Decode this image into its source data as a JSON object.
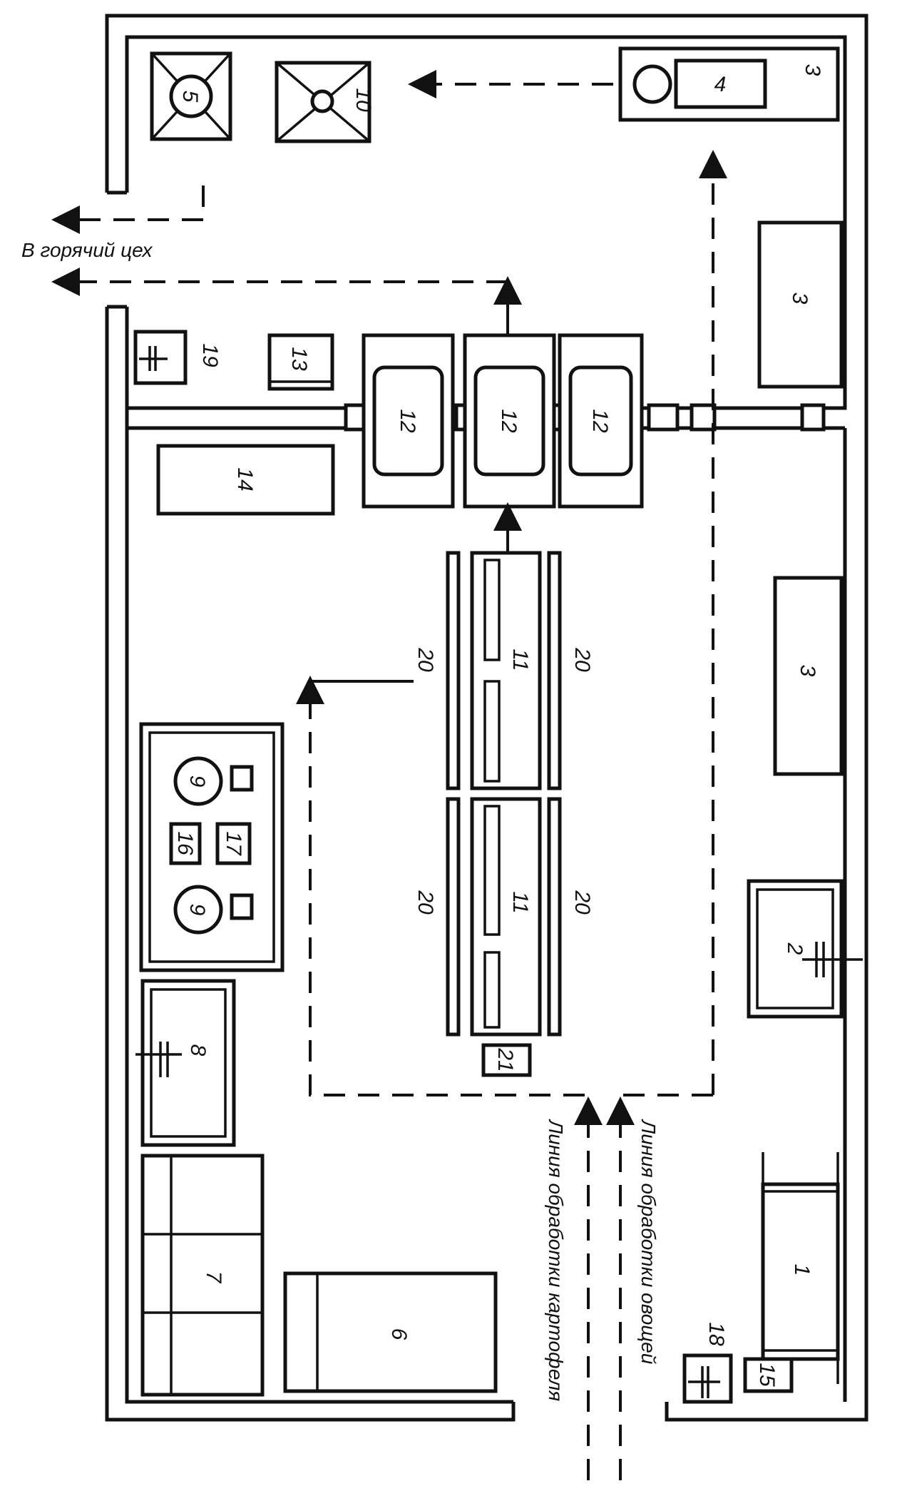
{
  "labels": {
    "hot_shop": "В горячий цех",
    "line_potato": "Линия обработки картофеля",
    "line_vegetables": "Линия обработки овощей"
  },
  "equipment_numbers": {
    "n1": "1",
    "n2": "2",
    "n3a": "3",
    "n3b": "3",
    "n3c": "3",
    "n4": "4",
    "n5": "5",
    "n6": "6",
    "n7": "7",
    "n8": "8",
    "n9a": "9",
    "n9b": "9",
    "n10": "10",
    "n11a": "11",
    "n11b": "11",
    "n12a": "12",
    "n12b": "12",
    "n12c": "12",
    "n13": "13",
    "n14": "14",
    "n15": "15",
    "n16": "16",
    "n17": "17",
    "n18": "18",
    "n19": "19",
    "n20a": "20",
    "n20b": "20",
    "n20c": "20",
    "n20d": "20",
    "n21": "21"
  }
}
